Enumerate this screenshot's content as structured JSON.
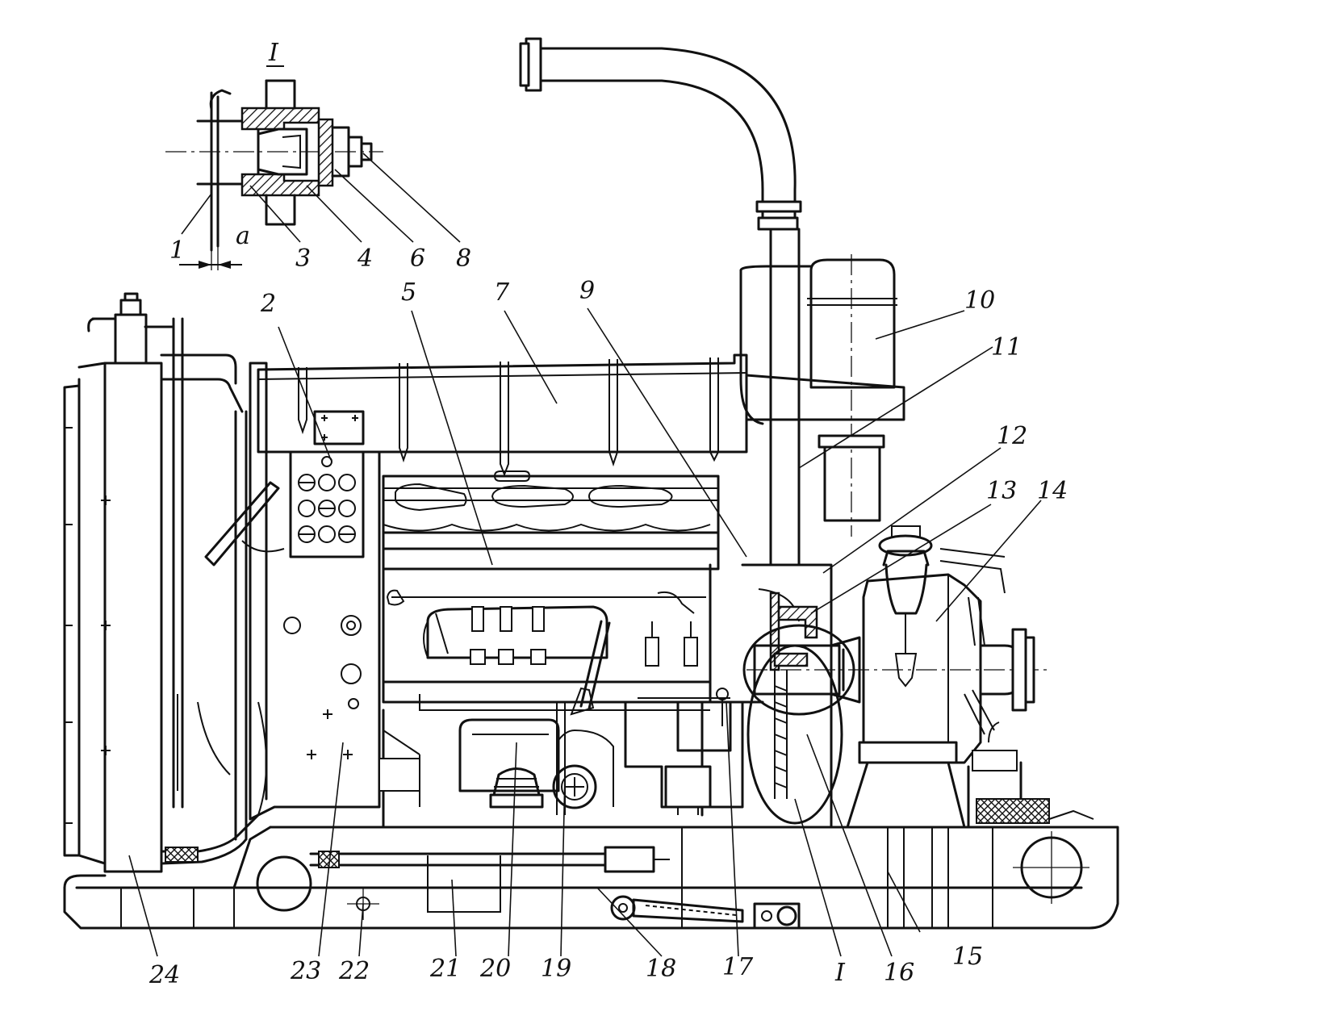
{
  "detail": {
    "title": "I",
    "dimension": "a",
    "labels": [
      "1",
      "3",
      "4",
      "6",
      "8"
    ]
  },
  "callouts": [
    "2",
    "5",
    "7",
    "9",
    "10",
    "11",
    "12",
    "13",
    "14",
    "15",
    "16",
    "I",
    "17",
    "18",
    "19",
    "20",
    "21",
    "22",
    "23",
    "24"
  ]
}
